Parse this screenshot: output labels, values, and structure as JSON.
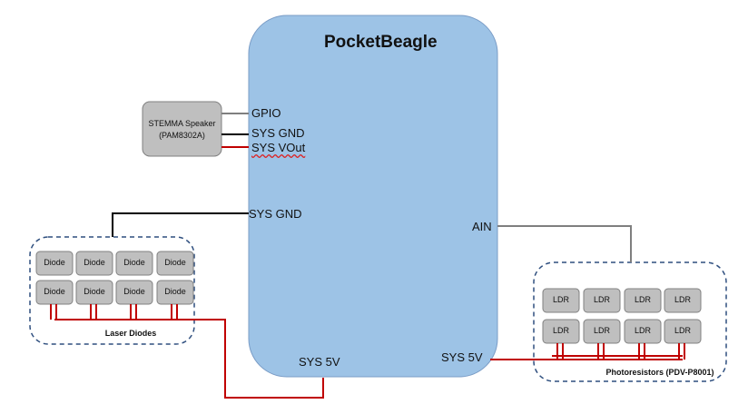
{
  "board": {
    "title": "PocketBeagle"
  },
  "speaker": {
    "line1": "STEMMA Speaker",
    "line2": "(PAM8302A)"
  },
  "pins": {
    "gpio": "GPIO",
    "sys_gnd_top": "SYS GND",
    "sys_vout": "SYS VOut",
    "sys_gnd_mid": "SYS GND",
    "ain": "AIN",
    "sys_5v_bottom": "SYS 5V",
    "sys_5v_right": "SYS 5V"
  },
  "laser_group": {
    "label": "Laser Diodes",
    "cells": [
      "Diode",
      "Diode",
      "Diode",
      "Diode",
      "Diode",
      "Diode",
      "Diode",
      "Diode"
    ]
  },
  "photo_group": {
    "label": "Photoresistors (PDV-P8001)",
    "cells": [
      "LDR",
      "LDR",
      "LDR",
      "LDR",
      "LDR",
      "LDR",
      "LDR",
      "LDR"
    ]
  },
  "colors": {
    "board_fill": "#9dc3e6",
    "board_stroke": "#7a9cc6",
    "component_fill": "#bfbfbf",
    "component_stroke": "#808080",
    "wire_red": "#c00000",
    "wire_black": "#000000",
    "wire_gray": "#7f7f7f",
    "dash": "#2f4f7f"
  }
}
